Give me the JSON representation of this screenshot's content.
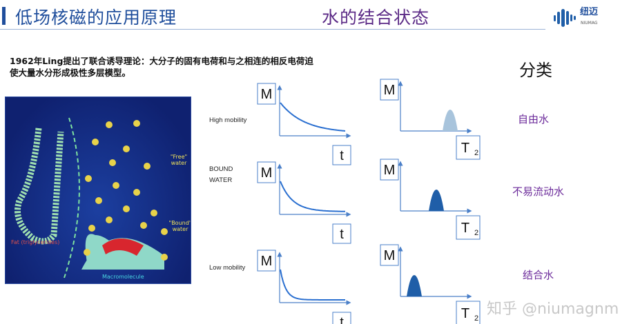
{
  "header": {
    "title": "低场核磁的应用原理",
    "subtitle": "水的结合状态",
    "logo_text": "纽迈",
    "logo_sub": "NIUMAG"
  },
  "intro": "1962年Ling提出了联合诱导理论：大分子的固有电荷和与之相连的相反电荷迫使大量水分形成极性多层模型。",
  "figure": {
    "free_water": "\"Free\" water",
    "bound_water": "\"Bound\" water",
    "fat": "Fat (triglycerides)",
    "macromolecule": "Macromolecule"
  },
  "rows": [
    {
      "label": "High mobility",
      "category": "自由水",
      "peak_color": "#a8c4dc"
    },
    {
      "label": "BOUND WATER",
      "category": "不易流动水",
      "peak_color": "#1f5ea8"
    },
    {
      "label": "Low mobility",
      "category": "结合水",
      "peak_color": "#1f5ea8"
    }
  ],
  "axis": {
    "y": "M",
    "x_decay": "t",
    "x_t2": "T",
    "x_t2_sub": "2"
  },
  "classification_title": "分类",
  "watermark": "知乎 @niumagnmr"
}
